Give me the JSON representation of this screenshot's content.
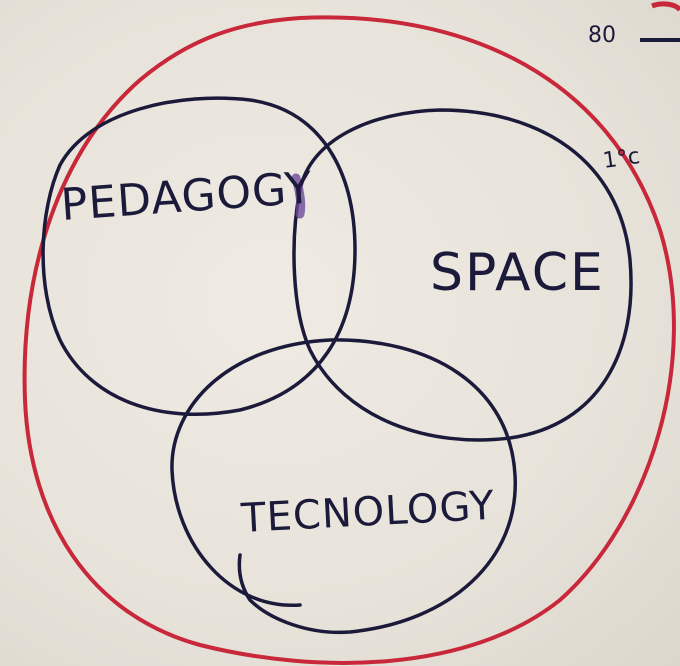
{
  "diagram": {
    "sets": [
      {
        "id": "pedagogy",
        "label": "PEDAGOGY"
      },
      {
        "id": "space",
        "label": "SPACE"
      },
      {
        "id": "technology",
        "label": "TECNOLOGY"
      }
    ],
    "outer_boundary": {
      "id": "context"
    },
    "annotations": [
      {
        "id": "top-right-number",
        "text": "80"
      },
      {
        "id": "side-note",
        "text": "1°c"
      }
    ]
  },
  "colors": {
    "outer_circle": "#c8283a",
    "inner_circles": "#1c1a3a",
    "paper": "#ebe7df"
  }
}
